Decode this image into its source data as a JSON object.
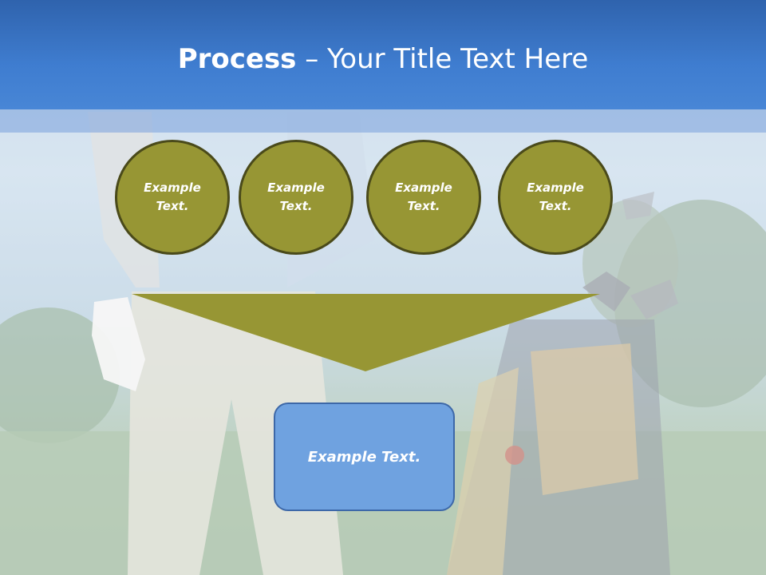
{
  "title": {
    "bold": "Process",
    "rest": " – Your Title Text Here"
  },
  "circles": [
    {
      "line1": "Example",
      "line2": "Text."
    },
    {
      "line1": "Example",
      "line2": "Text."
    },
    {
      "line1": "Example",
      "line2": "Text."
    },
    {
      "line1": "Example",
      "line2": "Text."
    }
  ],
  "result_box": {
    "text": "Example Text."
  },
  "colors": {
    "header": "#3f7dd0",
    "circle_fill": "#979634",
    "circle_border": "#4a4a1a",
    "funnel": "#979634",
    "box_fill": "#6fa2e0",
    "box_border": "#3d68a8"
  }
}
